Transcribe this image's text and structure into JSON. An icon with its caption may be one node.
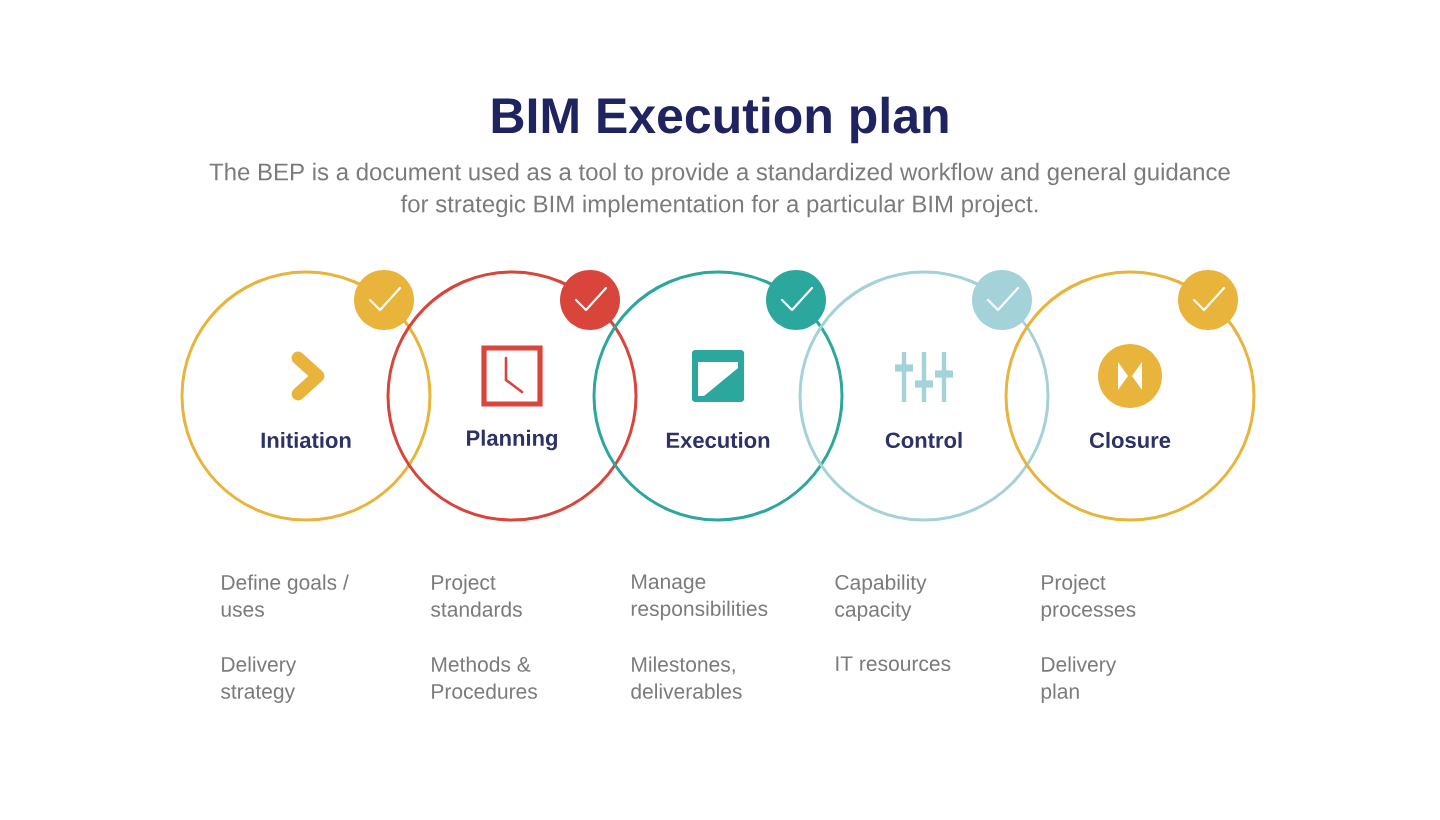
{
  "diagram": {
    "title": "BIM Execution plan",
    "nodes": [
      {
        "text": [
          "Initiation"
        ],
        "beside": [
          "Define goals / uses",
          "Delivery strategy"
        ]
      },
      {
        "text": [
          "Planning"
        ],
        "beside": [
          "Project standards",
          "Methods & Procedures"
        ]
      },
      {
        "text": [
          "Execution"
        ],
        "beside": [
          "Manage responsibilities",
          "Milestones, deliverables"
        ]
      },
      {
        "text": [
          "Control"
        ],
        "beside": [
          "Capability capacity",
          "IT resources"
        ]
      },
      {
        "text": [
          "Closure"
        ],
        "beside": [
          "Project processes",
          "Delivery plan"
        ]
      }
    ],
    "labels": [
      "The BEP is a document used as a tool to provide a standardized workflow and general guidance for strategic BIM implementation for a particular BIM project."
    ]
  }
}
